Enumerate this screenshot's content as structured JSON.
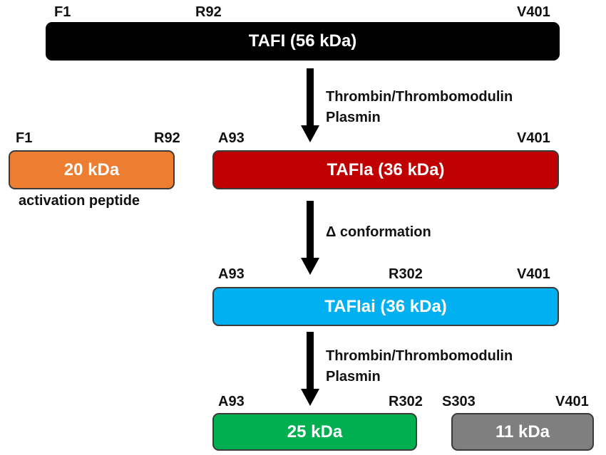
{
  "tafi": {
    "pos_start": "F1",
    "pos_mid": "R92",
    "pos_end": "V401",
    "label": "TAFI (56 kDa)",
    "color": "#000000"
  },
  "step1": {
    "line1": "Thrombin/Thrombomodulin",
    "line2": "Plasmin"
  },
  "peptide": {
    "pos_start": "F1",
    "pos_end": "R92",
    "label": "20 kDa",
    "caption": "activation peptide",
    "color": "#ED7D31"
  },
  "tafia": {
    "pos_start": "A93",
    "pos_end": "V401",
    "label": "TAFIa (36 kDa)",
    "color": "#C00000"
  },
  "step2": {
    "line1": "Δ conformation"
  },
  "tafiai": {
    "pos_start": "A93",
    "pos_mid": "R302",
    "pos_end": "V401",
    "label": "TAFIai (36 kDa)",
    "color": "#00B0F0"
  },
  "step3": {
    "line1": "Thrombin/Thrombomodulin",
    "line2": "Plasmin"
  },
  "frag25": {
    "pos_start": "A93",
    "pos_end": "R302",
    "label": "25 kDa",
    "color": "#00B050"
  },
  "frag11": {
    "pos_start": "S303",
    "pos_end": "V401",
    "label": "11 kDa",
    "color": "#7F7F7F"
  }
}
